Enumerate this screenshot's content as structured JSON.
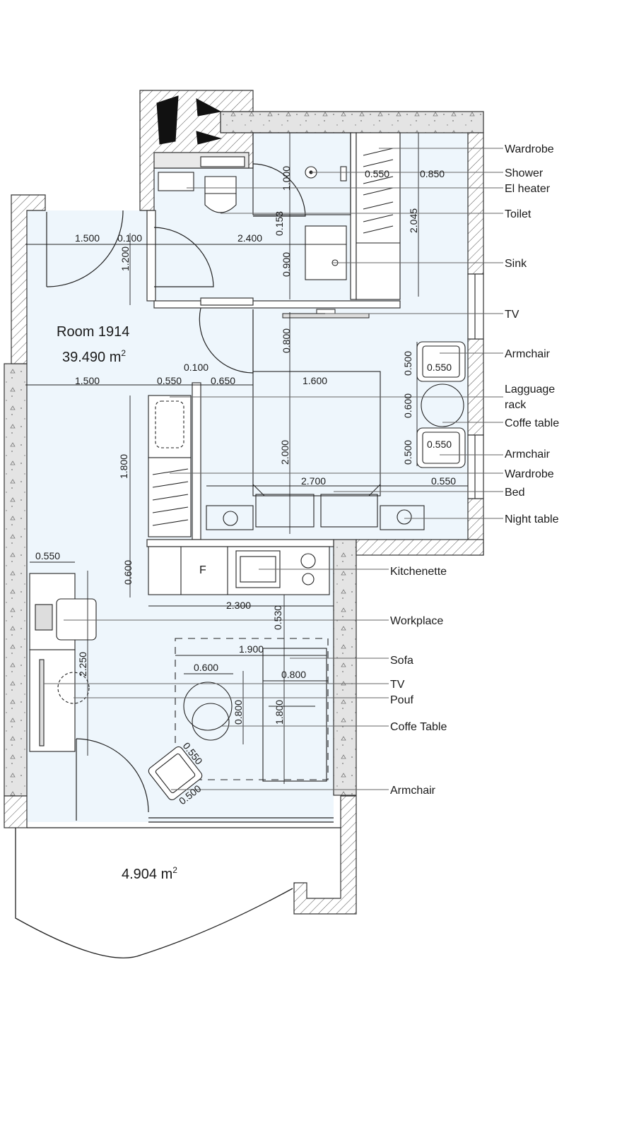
{
  "plan": {
    "room": {
      "name": "Room 1914",
      "area_value": "39.490 m",
      "area_sup": "2"
    },
    "balcony": {
      "area_value": "4.904 m",
      "area_sup": "2"
    },
    "callouts": [
      "Wardrobe",
      "Shower",
      "El heater",
      "Toilet",
      "Sink",
      "TV",
      "Armchair",
      "Lagguage",
      "rack",
      "Coffe table",
      "Armchair",
      "Wardrobe",
      "Bed",
      "Night table",
      "Kitchenette",
      "Workplace",
      "Sofa",
      "TV",
      "Pouf",
      "Coffe Table",
      "Armchair"
    ],
    "dimensions": [
      "1.500",
      "0.100",
      "2.400",
      "1.200",
      "1.000",
      "0.153",
      "0.900",
      "0.550",
      "0.850",
      "2.045",
      "0.800",
      "0.100",
      "1.500",
      "0.550",
      "0.650",
      "1.600",
      "2.000",
      "1.800",
      "0.500",
      "0.550",
      "0.600",
      "0.500",
      "0.550",
      "2.700",
      "0.550",
      "0.600",
      "2.300",
      "0.550",
      "0.530",
      "2.250",
      "1.900",
      "0.600",
      "0.800",
      "0.800",
      "1.800",
      "0.550",
      "0.500"
    ],
    "fridge_mark": "F",
    "colors": {
      "floor": "#eef6fc",
      "wall": "#333333",
      "concrete": "#e6e6e6",
      "line": "#222222",
      "leader": "#666666"
    }
  }
}
